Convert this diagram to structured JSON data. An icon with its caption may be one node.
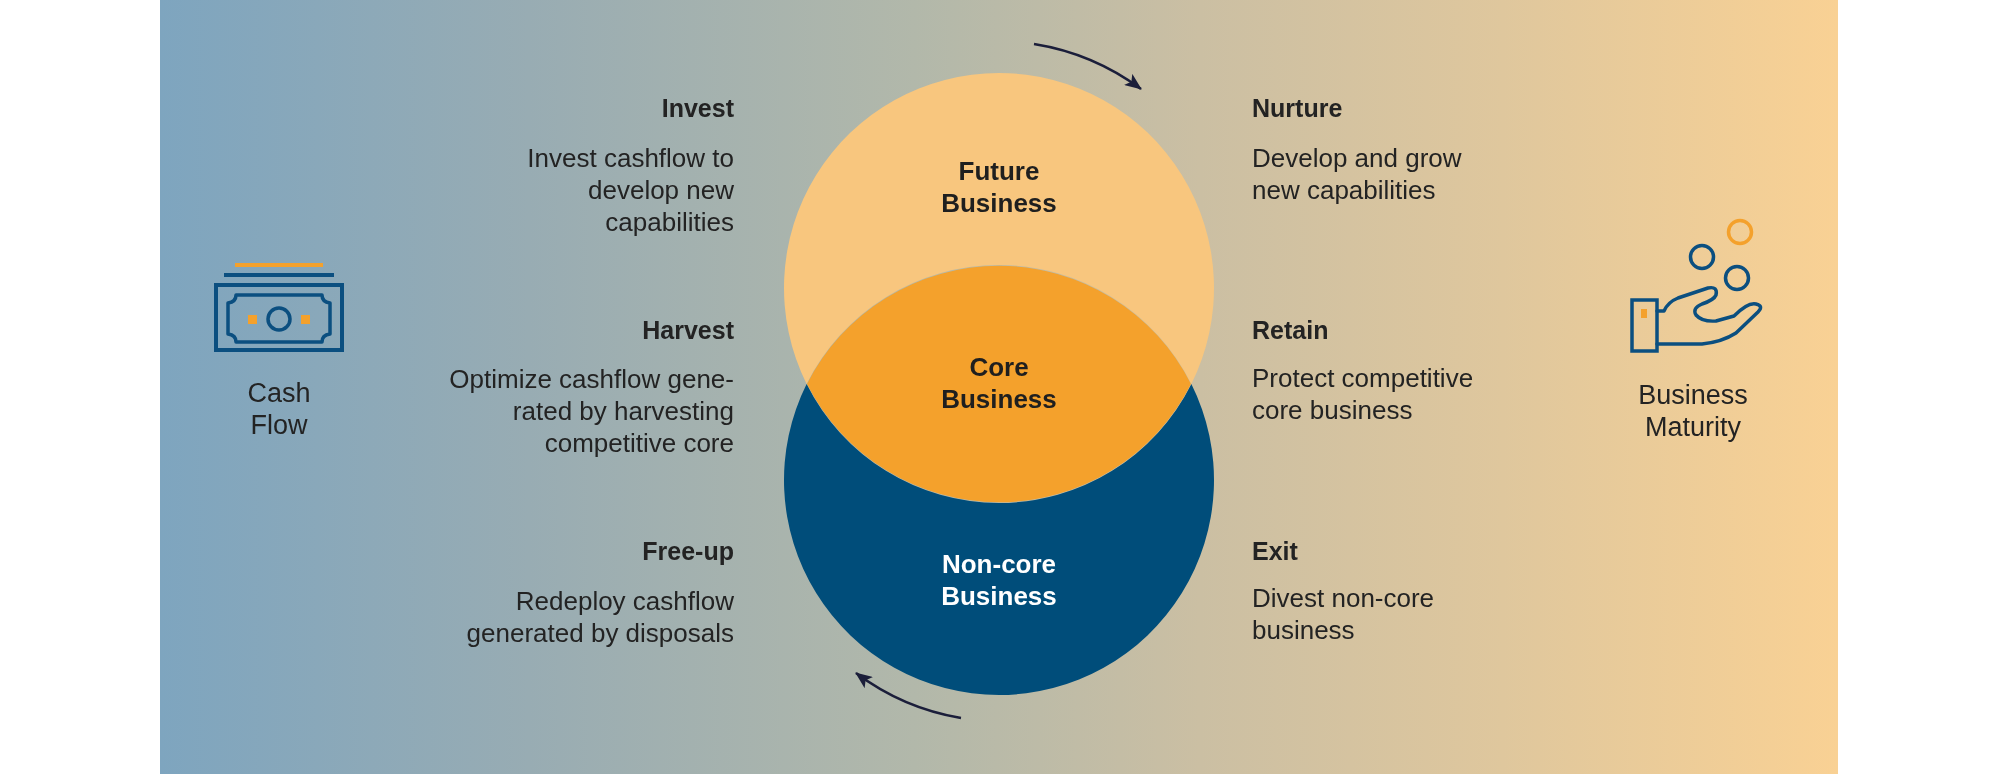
{
  "diagram": {
    "nodes": [
      {
        "text": [
          "Future Business"
        ]
      },
      {
        "text": [
          "Core Business"
        ]
      },
      {
        "text": [
          "Non-core Business"
        ]
      }
    ],
    "labels": [
      "Cash Flow",
      "Invest",
      "Invest cashflow to develop new capabilities",
      "Harvest",
      "Optimize cashflow gene- rated by harvesting competitive core",
      "Free-up",
      "Redeploy cashflow generated by disposals",
      "Nurture",
      "Develop and grow new capabilities",
      "Retain",
      "Protect competitive core business",
      "Exit",
      "Divest non-core business",
      "Business Maturity"
    ]
  }
}
